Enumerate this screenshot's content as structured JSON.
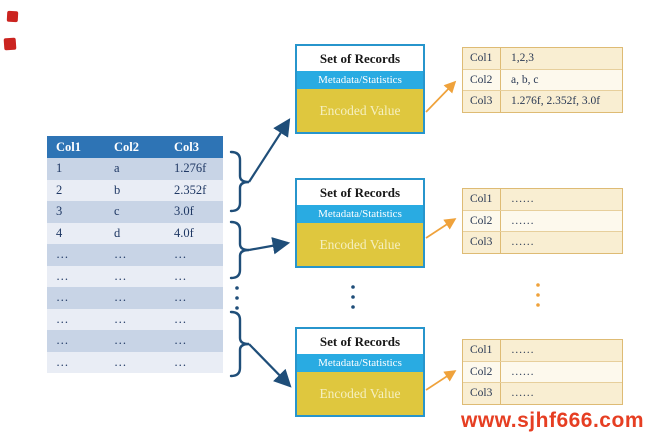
{
  "source_table": {
    "headers": [
      "Col1",
      "Col2",
      "Col3"
    ],
    "rows": [
      [
        "1",
        "a",
        "1.276f"
      ],
      [
        "2",
        "b",
        "2.352f"
      ],
      [
        "3",
        "c",
        "3.0f"
      ],
      [
        "4",
        "d",
        "4.0f"
      ],
      [
        "…",
        "…",
        "…"
      ],
      [
        "…",
        "…",
        "…"
      ],
      [
        "…",
        "…",
        "…"
      ],
      [
        "…",
        "…",
        "…"
      ],
      [
        "…",
        "…",
        "…"
      ],
      [
        "…",
        "…",
        "…"
      ]
    ]
  },
  "record_groups": [
    {
      "title": "Set of Records",
      "metadata_label": "Metadata/Statistics",
      "encoded_label": "Encoded Value"
    },
    {
      "title": "Set of Records",
      "metadata_label": "Metadata/Statistics",
      "encoded_label": "Encoded Value"
    },
    {
      "title": "Set of Records",
      "metadata_label": "Metadata/Statistics",
      "encoded_label": "Encoded Value"
    }
  ],
  "detail_tables": [
    {
      "rows": [
        {
          "label": "Col1",
          "value": "1,2,3"
        },
        {
          "label": "Col2",
          "value": "a, b, c"
        },
        {
          "label": "Col3",
          "value": "1.276f, 2.352f, 3.0f"
        }
      ]
    },
    {
      "rows": [
        {
          "label": "Col1",
          "value": "……"
        },
        {
          "label": "Col2",
          "value": "……"
        },
        {
          "label": "Col3",
          "value": "……"
        }
      ]
    },
    {
      "rows": [
        {
          "label": "Col1",
          "value": "……"
        },
        {
          "label": "Col2",
          "value": "……"
        },
        {
          "label": "Col3",
          "value": "……"
        }
      ]
    }
  ],
  "watermark": {
    "text": "www.sjhf666.com",
    "color": "#e63e22"
  },
  "colors": {
    "table_header_bg": "#2e74b5",
    "table_row_dark": "#c8d4e6",
    "table_row_light": "#e9edf5",
    "table_text": "#1f3864",
    "box_border": "#2795cc",
    "metadata_band_blue": "#29abe2",
    "encoded_yellow": "#dfc73e",
    "encoded_text": "#f5efc0",
    "connector_navy": "#1f4e79",
    "connector_orange": "#efa23b",
    "detail_border": "#debb74",
    "detail_row_dark": "#f9eed2",
    "detail_row_light": "#fdf9ed",
    "red_mark": "#cb2420"
  }
}
